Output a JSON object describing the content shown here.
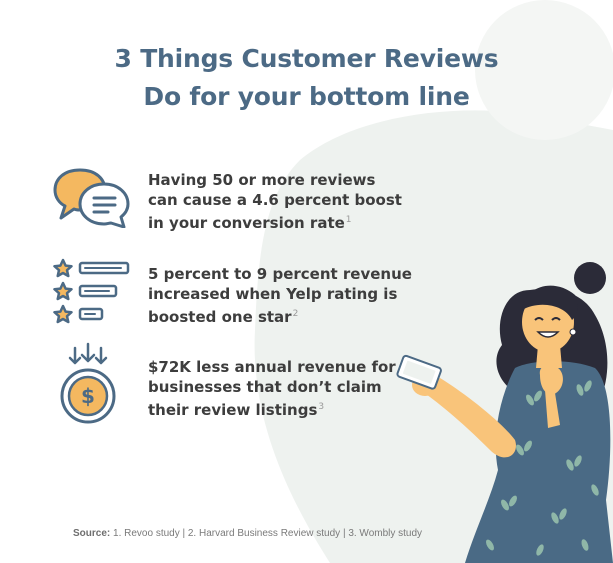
{
  "title": {
    "line1": "3 Things Customer Reviews",
    "line2": "Do for your bottom line"
  },
  "facts": [
    {
      "icon": "chat-bubbles-icon",
      "lines": [
        "Having 50 or more reviews",
        "can cause a 4.6 percent boost",
        "in your conversion rate"
      ],
      "footnote": "1"
    },
    {
      "icon": "star-rating-list-icon",
      "lines": [
        "5 percent to 9 percent revenue",
        "increased when Yelp rating is",
        "boosted one star"
      ],
      "footnote": "2"
    },
    {
      "icon": "dollar-coin-icon",
      "lines": [
        "$72K less annual revenue for",
        "businesses that don’t claim",
        "their review listings"
      ],
      "footnote": "3"
    }
  ],
  "source": {
    "label": "Source:",
    "text": "1. Revoo study | 2. Harvard Business Review study | 3. Wombly study"
  },
  "colors": {
    "title": "#4c6a85",
    "accent_orange": "#f4b860",
    "accent_blue": "#4c6a85",
    "dress": "#4a6a85",
    "skin": "#f9c47a",
    "background_blob": "#eef2ef"
  }
}
